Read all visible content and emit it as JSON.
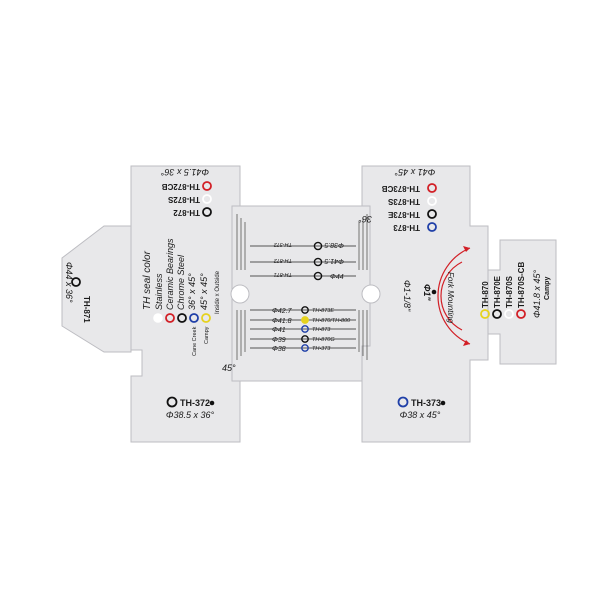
{
  "colors": {
    "plate": "#e8e8ea",
    "plate_edge": "#bdbdc2",
    "text": "#1a1a1a",
    "red": "#d21f26",
    "white": "#ffffff",
    "black": "#111111",
    "blue": "#1f3fa8",
    "yellow": "#e6d21e"
  },
  "left_block": {
    "top_spec": "Φ41.5 x 36°",
    "top_items": [
      "TH-872CB",
      "TH-872S",
      "TH-872"
    ],
    "left_wing_label": "TH-871",
    "left_wing_spec": "Φ44 x 36°",
    "legend_title": "TH seal color",
    "legend_items": [
      "Stainless",
      "Ceramic Bearings",
      "Chrome Steel"
    ],
    "legend_cane": "36° x 45°",
    "legend_campy": "45° x 45°",
    "legend_cane_caption": "Cane Creek",
    "legend_campy_caption": "Campy",
    "inside_outside": "Inside  x  Outside",
    "angle_45": "45°",
    "bottom_label": "TH-372",
    "bottom_spec": "Φ38.5 x 36°"
  },
  "bridge": {
    "angle_36": "36°",
    "upper_rows": [
      {
        "value": "Φ38.5",
        "model": "TH-372"
      },
      {
        "value": "Φ41.5",
        "model": "TH-872"
      },
      {
        "value": "Φ44",
        "model": "TH-871"
      }
    ],
    "lower_rows": [
      {
        "value": "Φ42.7",
        "model": "TH-873E"
      },
      {
        "value": "Φ41.8",
        "model": "TH-870/TH-800"
      },
      {
        "value": "Φ41",
        "model": "TH-873"
      },
      {
        "value": "Φ39",
        "model": "TH-870G"
      },
      {
        "value": "Φ38",
        "model": "TH-373"
      }
    ]
  },
  "right_block": {
    "top_spec": "Φ41 x 45°",
    "top_items": [
      "TH-873CB",
      "TH-873S",
      "TH-873E",
      "TH-873"
    ],
    "fork_text": "Fork Mounting",
    "fork_dia": "Φ1-1/8\"",
    "fork_inner": "Φ1\"",
    "wing_items": [
      "TH-870",
      "TH-870E",
      "TH-870S",
      "TH-870S-CB"
    ],
    "wing_spec": "Φ41.8 x 45°",
    "wing_caption": "Campy",
    "bottom_label": "TH-373",
    "bottom_spec": "Φ38 x 45°"
  }
}
